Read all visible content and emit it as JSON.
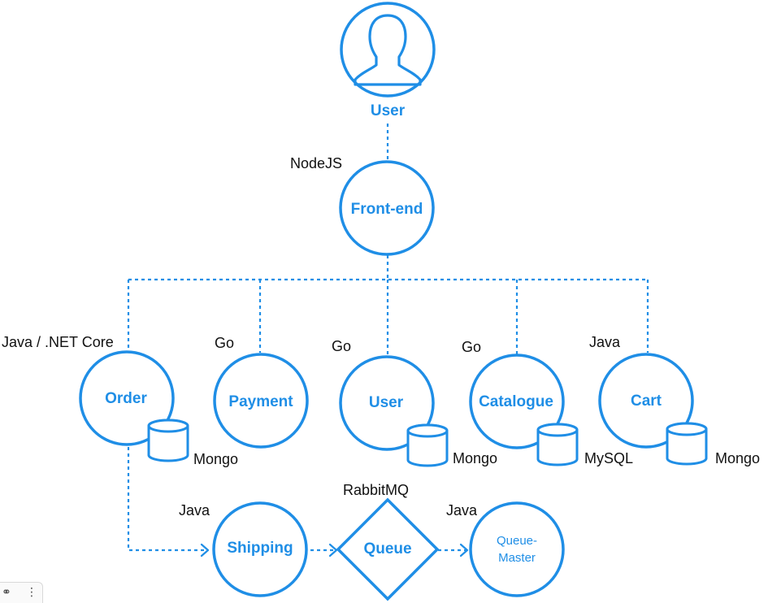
{
  "nodes": {
    "user_top": "User",
    "frontend": "Front-end",
    "order": "Order",
    "payment": "Payment",
    "user_service": "User",
    "catalogue": "Catalogue",
    "cart": "Cart",
    "shipping": "Shipping",
    "queue": "Queue",
    "queue_master_line1": "Queue-",
    "queue_master_line2": "Master"
  },
  "tech": {
    "frontend": "NodeJS",
    "order": "Java / .NET Core",
    "payment": "Go",
    "user_service": "Go",
    "catalogue": "Go",
    "cart": "Java",
    "shipping": "Java",
    "queue": "RabbitMQ",
    "queue_master": "Java"
  },
  "databases": {
    "order": "Mongo",
    "user_service": "Mongo",
    "catalogue": "MySQL",
    "cart": "Mongo"
  },
  "colors": {
    "accent": "#1f8ee6",
    "text": "#111111"
  },
  "icons": {
    "user": "user-silhouette-icon",
    "database": "database-icon"
  }
}
